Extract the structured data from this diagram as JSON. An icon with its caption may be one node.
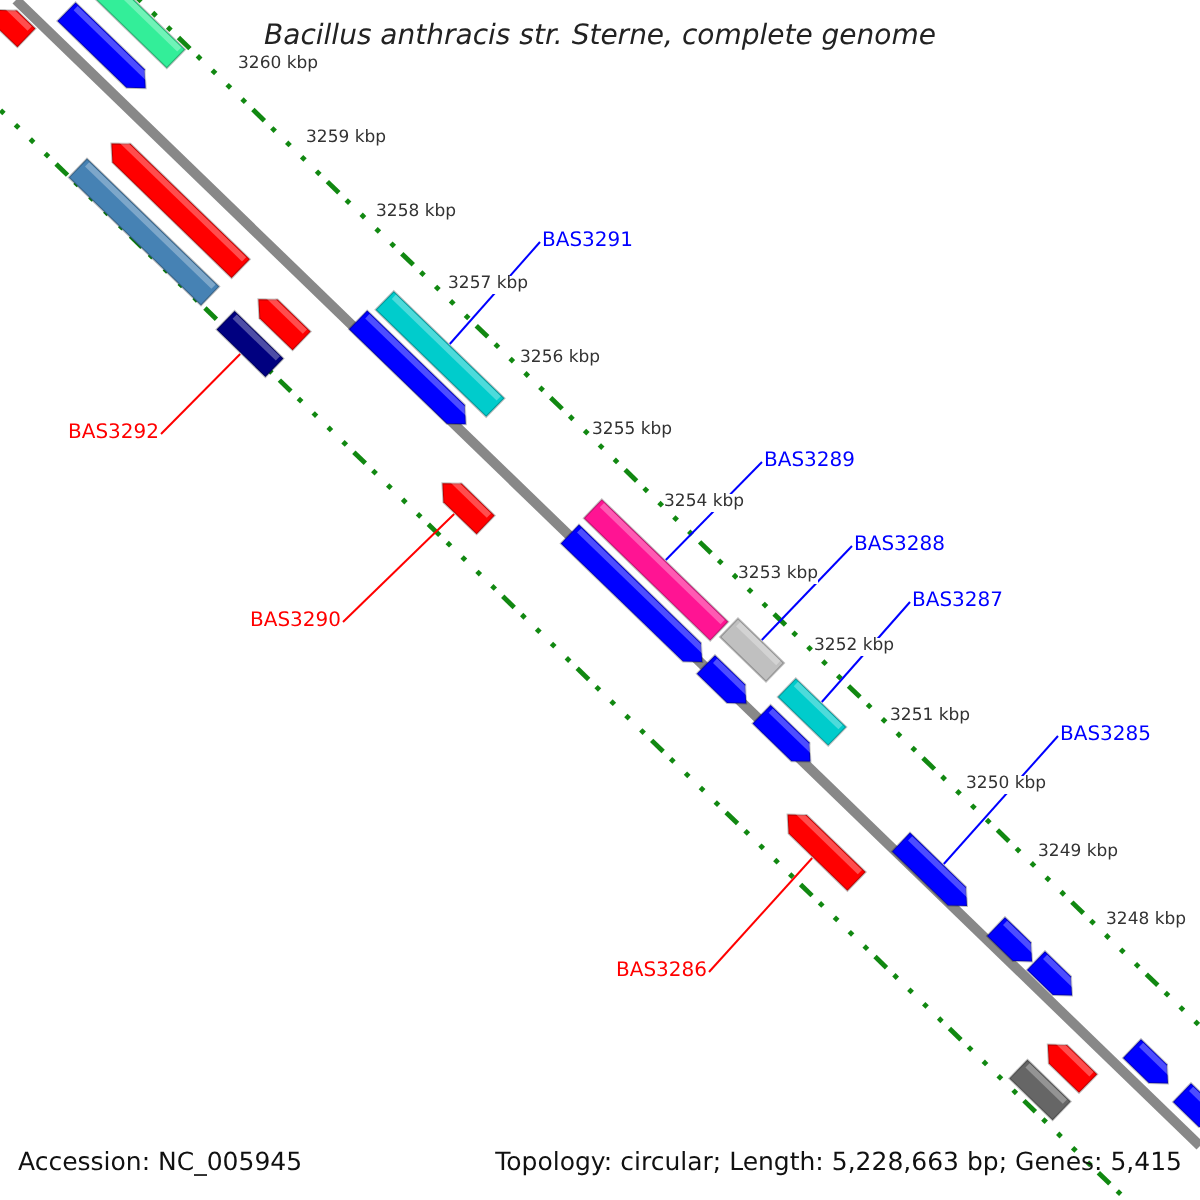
{
  "diagram": {
    "title": "Bacillus anthracis str. Sterne, complete genome",
    "nodes": [
      {
        "text": [
          "BAS3291"
        ]
      },
      {
        "text": [
          "BAS3292"
        ]
      },
      {
        "text": [
          "BAS3290"
        ]
      },
      {
        "text": [
          "BAS3289"
        ]
      },
      {
        "text": [
          "BAS3288"
        ]
      },
      {
        "text": [
          "BAS3287"
        ]
      },
      {
        "text": [
          "BAS3285"
        ]
      },
      {
        "text": [
          "BAS3286"
        ]
      },
      {
        "text": [],
        "shape": "arrow"
      },
      {
        "text": [],
        "shape": "bar"
      },
      {
        "text": [],
        "shape": "arrow"
      },
      {
        "text": [],
        "shape": "arrow"
      },
      {
        "text": [],
        "shape": "bar"
      },
      {
        "text": [],
        "shape": "arrow"
      },
      {
        "text": [],
        "shape": "bar"
      },
      {
        "text": [],
        "shape": "bar"
      },
      {
        "text": [],
        "shape": "arrow"
      },
      {
        "text": [],
        "shape": "arrow"
      },
      {
        "text": [],
        "shape": "bar"
      },
      {
        "text": [],
        "shape": "arrow"
      },
      {
        "text": [],
        "shape": "bar"
      },
      {
        "text": [],
        "shape": "arrow"
      },
      {
        "text": [],
        "shape": "bar"
      },
      {
        "text": [],
        "shape": "arrow"
      },
      {
        "text": [],
        "shape": "arrow"
      },
      {
        "text": [],
        "shape": "arrow"
      },
      {
        "text": [],
        "shape": "arrow"
      },
      {
        "text": [],
        "shape": "arrow"
      },
      {
        "text": [],
        "shape": "arrow"
      },
      {
        "text": [],
        "shape": "arrow"
      },
      {
        "text": [],
        "shape": "bar"
      },
      {
        "text": [],
        "shape": "arrow"
      }
    ],
    "edges": [
      {
        "from": 0,
        "to": 15,
        "arrow": "none"
      },
      {
        "from": 1,
        "to": 14,
        "arrow": "none",
        "color": "#ff0000"
      },
      {
        "from": 2,
        "to": 17,
        "arrow": "none",
        "color": "#ff0000"
      },
      {
        "from": 3,
        "to": 18,
        "arrow": "none"
      },
      {
        "from": 4,
        "to": 20,
        "arrow": "none"
      },
      {
        "from": 5,
        "to": 22,
        "arrow": "none"
      },
      {
        "from": 6,
        "to": 25,
        "arrow": "none"
      },
      {
        "from": 7,
        "to": 24,
        "arrow": "none",
        "color": "#ff0000"
      }
    ],
    "labels": [
      "3260 kbp",
      "3259 kbp",
      "3258 kbp",
      "3257 kbp",
      "3256 kbp",
      "3255 kbp",
      "3254 kbp",
      "3253 kbp",
      "3252 kbp",
      "3251 kbp",
      "3250 kbp",
      "3249 kbp",
      "3248 kbp",
      "Accession: NC_005945",
      "Topology: circular; Length: 5,228,663 bp; Genes: 5,415"
    ]
  }
}
